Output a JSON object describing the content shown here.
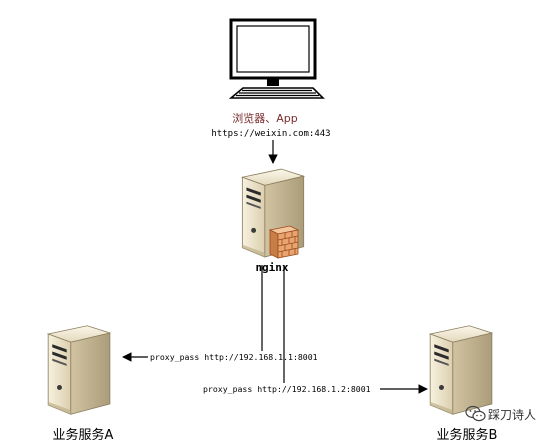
{
  "client": {
    "label": "浏览器、App",
    "url": "https://weixin.com:443",
    "icon": "desktop-computer-icon"
  },
  "proxy": {
    "label": "nginx",
    "icon": "server-firewall-icon"
  },
  "services": [
    {
      "label": "业务服务A",
      "icon": "server-tower-icon",
      "route": "proxy_pass http://192.168.1.1:8001"
    },
    {
      "label": "业务服务B",
      "icon": "server-tower-icon",
      "route": "proxy_pass http://192.168.1.2:8001"
    }
  ],
  "watermark": {
    "text": "踩刀诗人",
    "icon": "wechat-logo-icon"
  },
  "colors": {
    "line": "#000000",
    "client_label": "#7a2b2b",
    "server_light": "#f2ead4",
    "server_mid": "#d8ccae",
    "server_dark": "#a89a76",
    "firewall": "#e9a56f",
    "firewall_line": "#9a4a1e"
  }
}
